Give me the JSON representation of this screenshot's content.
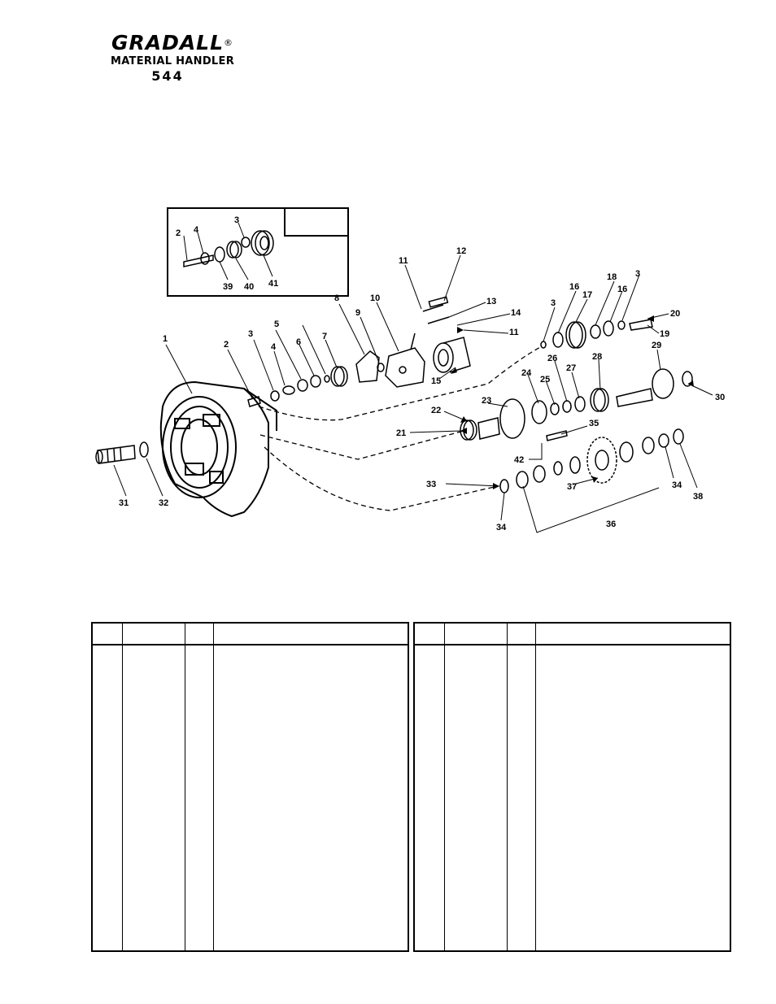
{
  "brand": {
    "name": "GRADALL",
    "registered": "®",
    "subtitle": "MATERIAL HANDLER",
    "model": "544"
  },
  "callouts": [
    "1",
    "2",
    "3",
    "4",
    "5",
    "6",
    "7",
    "8",
    "9",
    "10",
    "11",
    "12",
    "13",
    "14",
    "15",
    "16",
    "17",
    "18",
    "19",
    "20",
    "21",
    "22",
    "23",
    "24",
    "25",
    "26",
    "27",
    "28",
    "29",
    "30",
    "31",
    "32",
    "33",
    "34",
    "35",
    "36",
    "37",
    "38",
    "39",
    "40",
    "41",
    "42"
  ],
  "tables": {
    "left": {
      "columns": [
        "",
        "",
        "",
        ""
      ]
    },
    "right": {
      "columns": [
        "",
        "",
        "",
        ""
      ]
    }
  }
}
